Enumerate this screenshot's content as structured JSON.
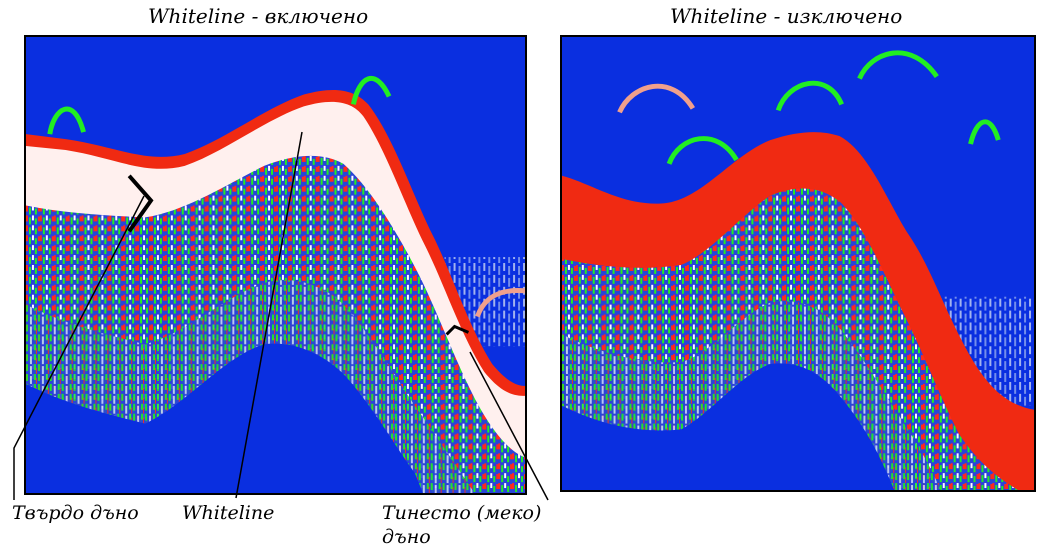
{
  "titles": {
    "left": "Whiteline - включено",
    "right": "Whiteline - изключено"
  },
  "callouts": {
    "hard_bottom": "Твърдо дъно",
    "whiteline": "Whiteline",
    "soft_bottom_line1": "Тинесто (меко)",
    "soft_bottom_line2": "дъно"
  },
  "colors": {
    "water": "#0a2fe0",
    "bottom_red": "#f02a12",
    "whiteline": "#fff0ee",
    "fish_green": "#22ee22",
    "fish_pink": "#f0a08c",
    "fish_white": "#c8d4f2"
  }
}
